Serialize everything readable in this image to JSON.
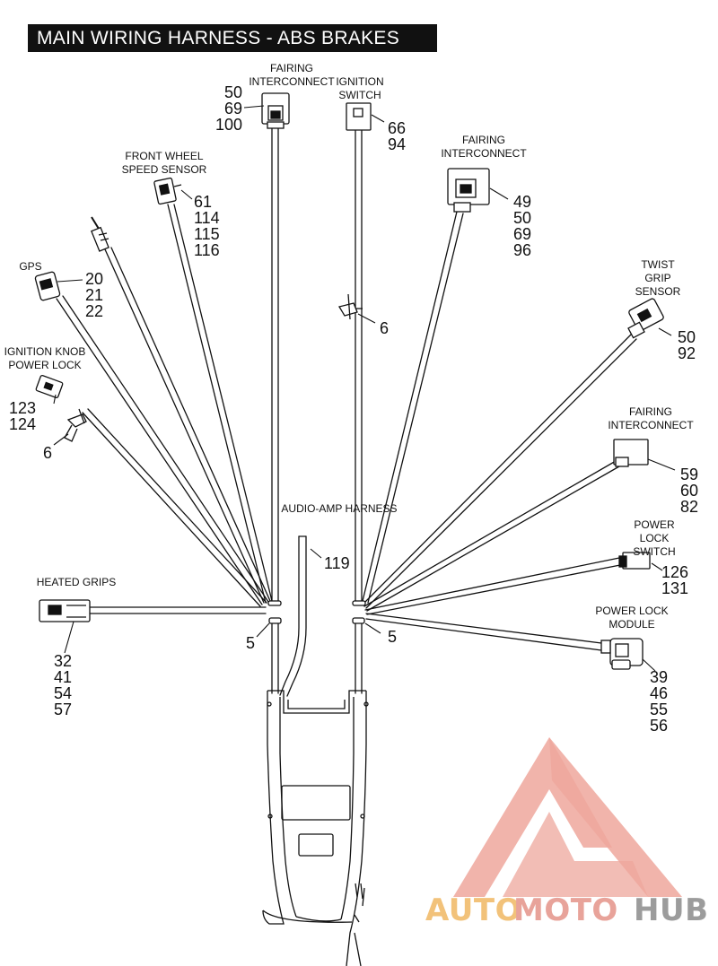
{
  "title": "MAIN WIRING HARNESS - ABS BRAKES",
  "colors": {
    "line": "#111111",
    "background": "#ffffff",
    "watermark_red": "#e8a39a",
    "watermark_orange": "#f2c27a",
    "watermark_gray": "#9c9c9c"
  },
  "components": [
    {
      "id": "fairing-interconnect-top",
      "label": "FAIRING\nINTERCONNECT",
      "refs": "50\n69\n100"
    },
    {
      "id": "ignition-switch",
      "label": "IGNITION\nSWITCH",
      "refs": "66\n94"
    },
    {
      "id": "front-wheel-speed-sensor",
      "label": "FRONT WHEEL\nSPEED SENSOR",
      "refs": "61\n114\n115\n116"
    },
    {
      "id": "fairing-interconnect-right",
      "label": "FAIRING\nINTERCONNECT",
      "refs": "49\n50\n69\n96"
    },
    {
      "id": "gps",
      "label": "GPS",
      "refs": "20\n21\n22"
    },
    {
      "id": "twist-grip-sensor",
      "label": "TWIST GRIP\nSENSOR",
      "refs": "50\n92"
    },
    {
      "id": "ignition-knob-power-lock",
      "label": "IGNITION KNOB\nPOWER LOCK",
      "refs": "123\n124"
    },
    {
      "id": "fairing-interconnect-lower",
      "label": "FAIRING\nINTERCONNECT",
      "refs": "59\n60\n82"
    },
    {
      "id": "audio-amp-harness",
      "label": "AUDIO-AMP HARNESS",
      "refs": "119"
    },
    {
      "id": "power-lock-switch",
      "label": "POWER LOCK\nSWITCH",
      "refs": "126\n131"
    },
    {
      "id": "heated-grips",
      "label": "HEATED GRIPS",
      "refs": "32\n41\n54\n57"
    },
    {
      "id": "power-lock-module",
      "label": "POWER LOCK\nMODULE",
      "refs": "39\n46\n55\n56"
    }
  ],
  "callouts": {
    "clip_center": "6",
    "clip_left": "6",
    "tie_left": "5",
    "tie_right": "5"
  },
  "watermark": {
    "part1": "AUTO",
    "part2": "MOTO",
    "part3": "HUB"
  }
}
